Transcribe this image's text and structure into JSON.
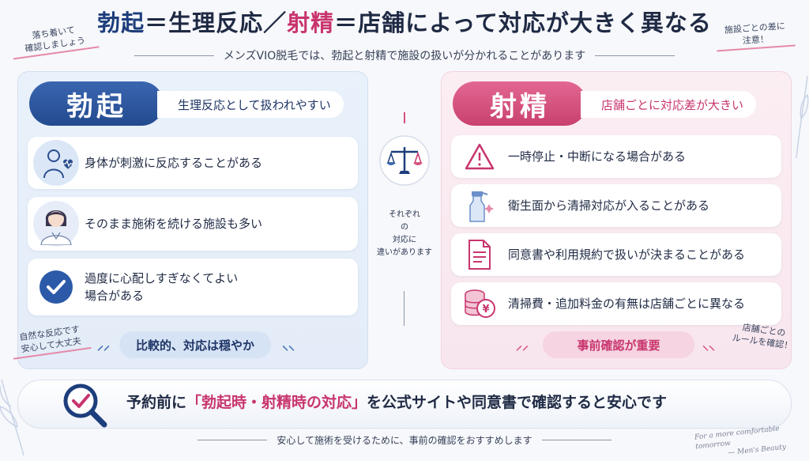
{
  "header": {
    "title_part1": "勃起",
    "title_eq1": "＝生理反応／",
    "title_part2": "射精",
    "title_eq2": "＝店舗によって対応が大きく異なる",
    "subtitle": "メンズVIO脱毛では、勃起と射精で施設の扱いが分かれることがあります"
  },
  "notes": {
    "top_left": [
      "落ち着いて",
      "確認しましょう"
    ],
    "top_right": [
      "施設ごとの差に",
      "注意！"
    ],
    "left_bottom": [
      "自然な反応です",
      "安心して大丈夫"
    ],
    "right_bottom": [
      "店舗ごとの",
      "ルールを確認！"
    ]
  },
  "left_panel": {
    "tag": "勃起",
    "pill": "生理反応として扱われやすい",
    "items": [
      {
        "icon": "body-heart-icon",
        "text": "身体が刺激に反応することがある"
      },
      {
        "icon": "staff-avatar-icon",
        "text": "そのまま施術を続ける施設も多い"
      },
      {
        "icon": "check-icon",
        "text_line1": "過度に心配しすぎなくてよい",
        "text_line2": "場合がある"
      }
    ],
    "footer": "比較的、対応は穏やか"
  },
  "right_panel": {
    "tag": "射精",
    "pill": "店舗ごとに対応差が大きい",
    "items": [
      {
        "icon": "warning-icon",
        "text": "一時停止・中断になる場合がある"
      },
      {
        "icon": "spray-bottle-icon",
        "text": "衛生面から清掃対応が入ることがある"
      },
      {
        "icon": "document-icon",
        "text": "同意書や利用規約で扱いが決まることがある"
      },
      {
        "icon": "coins-yen-icon",
        "text": "清掃費・追加料金の有無は店舗ごとに異なる"
      }
    ],
    "footer": "事前確認が重要"
  },
  "center": {
    "icon": "scale-icon",
    "lines": [
      "それぞれ",
      "の",
      "対応に",
      "違いがあります"
    ]
  },
  "banner": {
    "prefix": "予約前に",
    "highlight": "「勃起時・射精時の対応」",
    "suffix": "を公式サイトや同意書で確認すると安心です"
  },
  "bottom_note": "安心して施術を受けるために、事前の確認をおすすめします",
  "signature": [
    "For a more comfortable tomorrow",
    "— Men's Beauty"
  ],
  "colors": {
    "navy": "#1d3e7c",
    "pink": "#c8356e",
    "light_blue": "#e9f1fb",
    "light_pink": "#fbeef3"
  }
}
